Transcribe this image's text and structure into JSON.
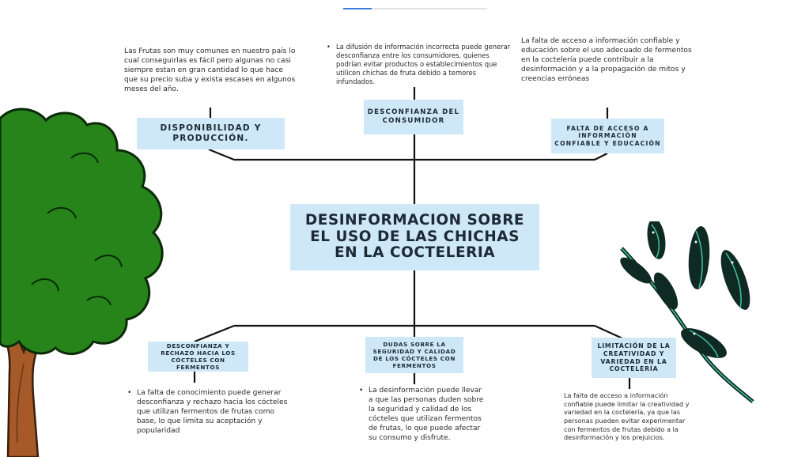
{
  "diagram": {
    "central": {
      "title": "DESINFORMACION SOBRE EL USO DE LAS CHICHAS EN LA COCTELERIA"
    },
    "top_nodes": [
      {
        "title": "DISPONIBILIDAD Y PRODUCCIÓN.",
        "text": "Las Frutas son muy comunes en nuestro país lo cual conseguirlas es fácil pero algunas no casi siempre estan en gran cantidad lo que hace que su precio suba y exista escases en algunos meses del año."
      },
      {
        "title": "DESCONFIANZA DEL CONSUMIDOR",
        "text": "La difusión de información incorrecta puede generar desconfianza entre los consumidores, quienes podrían evitar productos o establecimientos que utilicen chichas de fruta debido a temores infundados."
      },
      {
        "title": "FALTA DE ACCESO A INFORMACIÓN CONFIABLE Y EDUCACIÓN",
        "text": "La falta de acceso a información confiable y educación sobre el uso adecuado de fermentos en la coctelería puede contribuir a la desinformación y a la propagación de mitos y creencias erróneas"
      }
    ],
    "bottom_nodes": [
      {
        "title": "DESCONFIANZA Y RECHAZO HACIA LOS CÓCTELES CON FERMENTOS",
        "text": "La falta de conocimiento puede generar desconfianza y rechazo hacia los cócteles que utilizan fermentos de frutas como base, lo que limita su aceptación y popularidad"
      },
      {
        "title": "DUDAS SOBRE LA SEGURIDAD Y CALIDAD DE LOS CÓCTELES CON FERMENTOS",
        "text": "La desinformación puede llevar a que las personas duden sobre la seguridad y calidad de los cócteles que utilizan fermentos de frutas, lo que puede afectar su consumo y disfrute."
      },
      {
        "title": "LIMITACIÓN DE LA CREATIVIDAD Y VARIEDAD EN LA COCTELERÍA",
        "text": "La falta de acceso a información confiable puede limitar la creatividad y variedad en la coctelería, ya que las personas pueden evitar experimentar con fermentos de frutas debido a la desinformación y los prejuicios."
      }
    ]
  },
  "colors": {
    "box_fill": "#cfe8f8",
    "line": "#111111",
    "tree_foliage": "#27841b",
    "tree_trunk": "#a65a2a",
    "leaf_dark": "#0f2a22",
    "leaf_accent": "#3fc7a0"
  },
  "decorations": [
    "tree-illustration",
    "leafy-branch-illustration"
  ]
}
